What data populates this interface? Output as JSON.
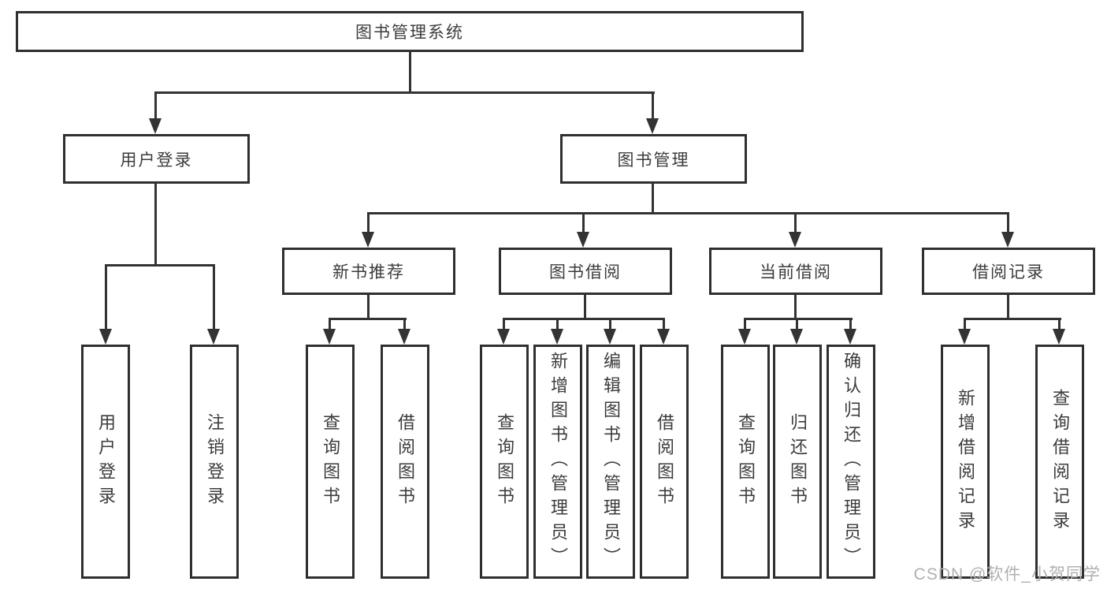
{
  "tree": {
    "root": {
      "label": "图书管理系统"
    },
    "branches": [
      {
        "label": "用户登录",
        "leaves": [
          {
            "label": "用户登录"
          },
          {
            "label": "注销登录"
          }
        ]
      },
      {
        "label": "图书管理",
        "groups": [
          {
            "label": "新书推荐",
            "leaves": [
              {
                "label": "查询图书"
              },
              {
                "label": "借阅图书"
              }
            ]
          },
          {
            "label": "图书借阅",
            "leaves": [
              {
                "label": "查询图书"
              },
              {
                "label": "新增图书（管理员）"
              },
              {
                "label": "编辑图书（管理员）"
              },
              {
                "label": "借阅图书"
              }
            ]
          },
          {
            "label": "当前借阅",
            "leaves": [
              {
                "label": "查询图书"
              },
              {
                "label": "归还图书"
              },
              {
                "label": "确认归还（管理员）"
              }
            ]
          },
          {
            "label": "借阅记录",
            "leaves": [
              {
                "label": "新增借阅记录"
              },
              {
                "label": "查询借阅记录"
              }
            ]
          }
        ]
      }
    ]
  },
  "watermark": "CSDN @软件_小贺同学",
  "colors": {
    "line": "#333333",
    "box_border": "#2f2f2f",
    "text": "#3c3c3c",
    "watermark_text": "#b0b0b0",
    "background": "#ffffff"
  }
}
